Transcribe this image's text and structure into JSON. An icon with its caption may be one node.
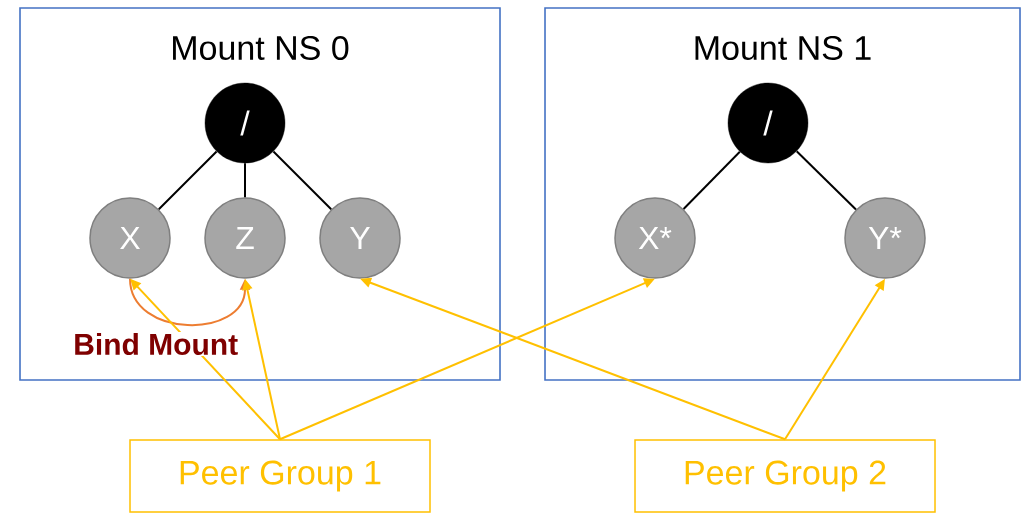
{
  "diagram": {
    "nodes": [
      {
        "text": [
          "Mount NS 0"
        ]
      },
      {
        "text": [
          "/"
        ],
        "in": 0
      },
      {
        "text": [
          "X"
        ],
        "in": 0
      },
      {
        "text": [
          "Z"
        ],
        "in": 0
      },
      {
        "text": [
          "Y"
        ],
        "in": 0
      },
      {
        "text": [
          "Mount NS 1"
        ]
      },
      {
        "text": [
          "/"
        ],
        "in": 5
      },
      {
        "text": [
          "X*"
        ],
        "in": 5
      },
      {
        "text": [
          "Y*"
        ],
        "in": 5
      },
      {
        "text": [
          "Peer Group 1"
        ]
      },
      {
        "text": [
          "Peer Group 2"
        ]
      }
    ],
    "edges": [
      {
        "from": 1,
        "to": 2,
        "arrow": "none"
      },
      {
        "from": 1,
        "to": 3,
        "arrow": "none"
      },
      {
        "from": 1,
        "to": 4,
        "arrow": "none"
      },
      {
        "from": 6,
        "to": 7,
        "arrow": "none"
      },
      {
        "from": 6,
        "to": 8,
        "arrow": "none"
      },
      {
        "from": 2,
        "to": 3,
        "arrow": "to",
        "label": "Bind Mount",
        "color": "#ed7d31"
      },
      {
        "from": 9,
        "to": 2,
        "arrow": "to",
        "color": "#ffc000"
      },
      {
        "from": 9,
        "to": 3,
        "arrow": "to",
        "color": "#ffc000"
      },
      {
        "from": 9,
        "to": 7,
        "arrow": "to",
        "color": "#ffc000"
      },
      {
        "from": 10,
        "to": 4,
        "arrow": "to",
        "color": "#ffc000"
      },
      {
        "from": 10,
        "to": 8,
        "arrow": "to",
        "color": "#ffc000"
      }
    ]
  }
}
